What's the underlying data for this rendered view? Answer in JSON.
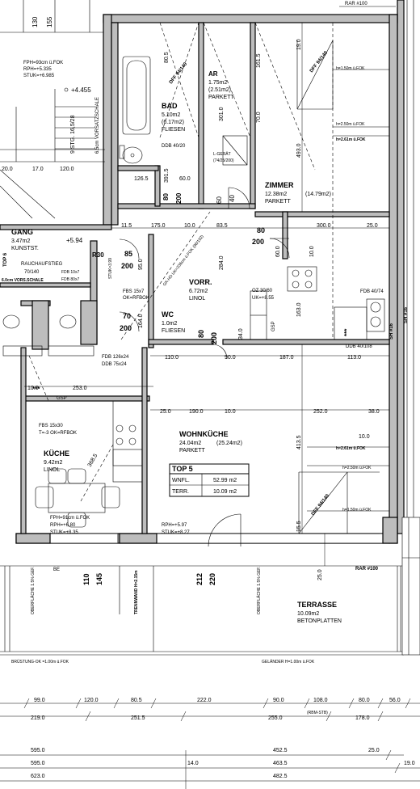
{
  "top_labels": {
    "dim_130": "130",
    "dim_155": "155",
    "rar_top": "RAR #100",
    "fph_left": "FPH=93cm ü.FOK",
    "rph_left": "RPH=+5.335",
    "stuk_left": "STUK=+6.985",
    "level_4455": "+4.455",
    "stair_label": "9 STG. 16,5/28",
    "vs": "6.5cm VORSATZSCHALE"
  },
  "rooms": {
    "ar": {
      "name": "AR",
      "area": "1.75m2",
      "area2": "(2.51m2)",
      "floor": "PARKETT"
    },
    "bad": {
      "name": "BAD",
      "area": "5.10m2",
      "area2": "(6.17m2)",
      "floor": "FLIESEN"
    },
    "zimmer": {
      "name": "ZIMMER",
      "area": "12.38m2",
      "area2": "(14.79m2)",
      "floor": "PARKETT"
    },
    "gang": {
      "name": "GANG",
      "area": "3.47m2",
      "floor": "KUNSTST."
    },
    "vorr": {
      "name": "VORR.",
      "area": "6.72m2",
      "floor": "LINOL"
    },
    "wc": {
      "name": "WC",
      "area": "1.0m2",
      "floor": "FLIESEN"
    },
    "wohnkueche": {
      "name": "WOHNKÜCHE",
      "area": "24.04m2",
      "area2": "(25.24m2)",
      "floor": "PARKETT"
    },
    "kueche": {
      "name": "KÜCHE",
      "area": "9.42m2",
      "floor": "LINOL"
    },
    "terrasse": {
      "name": "TERRASSE",
      "area": "10.09m2",
      "floor": "BETONPLATTEN"
    }
  },
  "top5": {
    "title": "TOP 5",
    "rows": [
      {
        "label": "WNFL.",
        "value": "52.99 m2"
      },
      {
        "label": "TERR.",
        "value": "10.09 m2"
      }
    ]
  },
  "annotations": {
    "dff_ar": "DFF 94/140",
    "dff_zimmer": "DFF 94/140",
    "dff_terr": "DFF 94/140",
    "h150_top": "h=1.50m ü.FOK",
    "h250_top": "h=2.50m ü.FOK",
    "h261_top": "h=2.61m ü.FOK",
    "h261_mid": "h=2.61m ü.FOK",
    "h250_mid": "h=2.50m ü.FOK",
    "h150_mid": "h=1.50m ü.FOK",
    "ddb_40_20": "DDB 40/20",
    "lgerat": "L-GERÄT",
    "lgerat_dim": "(74/25/200)",
    "rauch": "RAUCHAUFSTIEG",
    "rauch_dim": "70/140",
    "vorsch": "6.0cm VORS.SCHALE",
    "fdb_10": "FDB 10x7",
    "fdb_80": "FDB 80x7",
    "top6": "TOP 6",
    "level_594": "+5.94",
    "r30": "R30",
    "stuk_399": "STUK=3.99",
    "gk": "GK-HD UK=236cm ü.FOK (96/192)",
    "fbs_15x7": "FBS 15x7",
    "ok_rfbok": "OK=RFBOK",
    "oz": "OZ 30/60",
    "uk": "UK=+8.55",
    "fdb_40_74": "FDB 40/74",
    "ddb_40_108": "DDB 40/108",
    "sh_16a": "SH #16",
    "sh_16b": "SH #16",
    "fdb_126": "FDB 126x24",
    "ddb_75": "DDB 75x24",
    "gsp1": "GSP",
    "gsp2": "GSP",
    "fbs_15x30": "FBS 15x30",
    "t3": "T=-3 OK=RFBOK",
    "fph_kueche": "FPH=91cm ü.FOK",
    "rph_kueche": "RPH=+6.80",
    "stuk_kueche": "STUK=+8.35",
    "rph_wk": "RPH=+5.97",
    "stuk_wk": "STUK=+8.27",
    "rar_bottom": "RAR #100",
    "be": "BE",
    "oberfl1": "OBERFLÄCHE 1.5% GEF.",
    "oberfl2": "OBERFLÄCHE 1.5% GEF.",
    "trennwand": "TRENNWAND H=2.15m",
    "bruestung": "BRÜSTUNG-OK =1.00m ü.FOK",
    "gelaender": "GELÄNDER H=1.00m ü.FOK",
    "stars": "***"
  },
  "dims": {
    "d80_5": "80.5",
    "d161_5": "161.5",
    "d19_0": "19.0",
    "d301_0": "301.0",
    "d70_0": "70.0",
    "d493_0": "493.0",
    "d20_0": "20.0",
    "d17_0": "17.0",
    "d120_0": "120.0",
    "d126_5": "126.5",
    "d391_5": "391.5",
    "d60_0": "60.0",
    "d80": "80",
    "d200": "200",
    "d60": "60",
    "d40": "40",
    "d11_5": "11.5",
    "d175_0": "175.0",
    "d10_0": "10.0",
    "d83_5": "83.5",
    "d80b": "80",
    "d200b": "200",
    "d300_0": "300.0",
    "d25_0": "25.0",
    "d85": "85",
    "d200c": "200",
    "d95": "95.0",
    "d284": "284.0",
    "d60v": "60.0",
    "d10v": "10.0",
    "d163_0": "163.0",
    "d70": "70",
    "d200d": "200",
    "d164": "164.0",
    "d80e": "80",
    "d200e": "200",
    "d34": "34.0",
    "d110": "110.0",
    "d90": "90.0",
    "d187": "187.0",
    "d113": "113.0",
    "d10_0b": "10.0",
    "d253": "253.0",
    "d25b": "25.0",
    "d190": "190.0",
    "d10c": "10.0",
    "d252": "252.0",
    "d38": "38.0",
    "d413_5": "413.5",
    "d368_5": "368.5",
    "d10_0c": "10.0",
    "d15_5": "15.5",
    "d25c": "25.0",
    "d110b": "110",
    "d145": "145",
    "d212": "212",
    "d220": "220",
    "row1": [
      "99.0",
      "120.0",
      "80.5",
      "222.0",
      "90.0",
      "108.0",
      "80.0",
      "56.0"
    ],
    "row1b": [
      "219.0",
      "251.5",
      "255.0",
      "(RBM-STB)",
      "178.0"
    ],
    "row2": [
      "595.0",
      "452.5",
      "25.0"
    ],
    "row3": [
      "595.0",
      "14.0",
      "463.5",
      "19.0"
    ],
    "row4": [
      "623.0",
      "482.5"
    ]
  }
}
